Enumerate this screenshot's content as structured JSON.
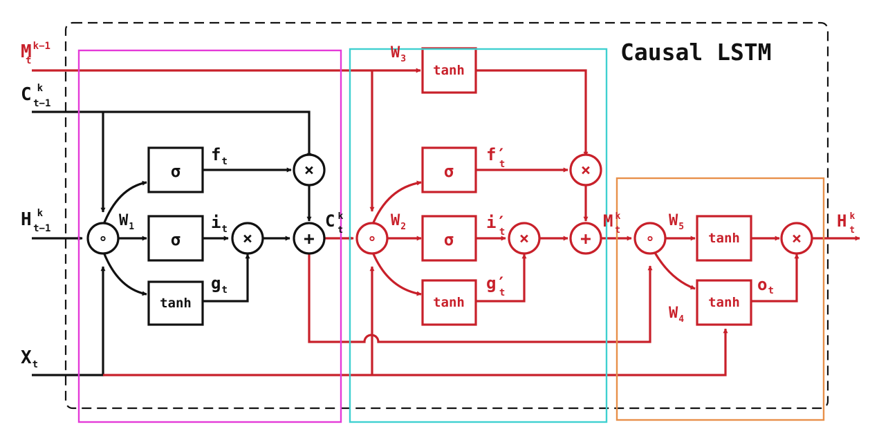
{
  "title": "Causal LSTM",
  "colors": {
    "black": "#111111",
    "red": "#c8202a",
    "magenta": "#e43ad8",
    "cyan": "#3fd0d0",
    "orange": "#e8904a"
  },
  "inputs": {
    "m": {
      "base": "M",
      "sub": "t",
      "sup": "k−1"
    },
    "c": {
      "base": "C",
      "sub": "t−1",
      "sup": "k"
    },
    "h": {
      "base": "H",
      "sub": "t−1",
      "sup": "k"
    },
    "x": {
      "base": "X",
      "sub": "t"
    }
  },
  "outputs": {
    "c": {
      "base": "C",
      "sub": "t",
      "sup": "k"
    },
    "m": {
      "base": "M",
      "sub": "t",
      "sup": "k"
    },
    "h": {
      "base": "H",
      "sub": "t",
      "sup": "k"
    }
  },
  "weights": {
    "w1": {
      "base": "W",
      "sub": "1"
    },
    "w2": {
      "base": "W",
      "sub": "2"
    },
    "w3": {
      "base": "W",
      "sub": "3"
    },
    "w4": {
      "base": "W",
      "sub": "4"
    },
    "w5": {
      "base": "W",
      "sub": "5"
    }
  },
  "gate_labels": {
    "f": {
      "base": "f",
      "sub": "t"
    },
    "i": {
      "base": "i",
      "sub": "t"
    },
    "g": {
      "base": "g",
      "sub": "t"
    },
    "f2": {
      "base": "f′",
      "sub": "t"
    },
    "i2": {
      "base": "i′",
      "sub": "t"
    },
    "g2": {
      "base": "g′",
      "sub": "t"
    },
    "o": {
      "base": "o",
      "sub": "t"
    }
  },
  "blocks": {
    "sigma": "σ",
    "tanh": "tanh"
  },
  "ops": {
    "concat": "∘",
    "mul": "×",
    "add": "+"
  }
}
